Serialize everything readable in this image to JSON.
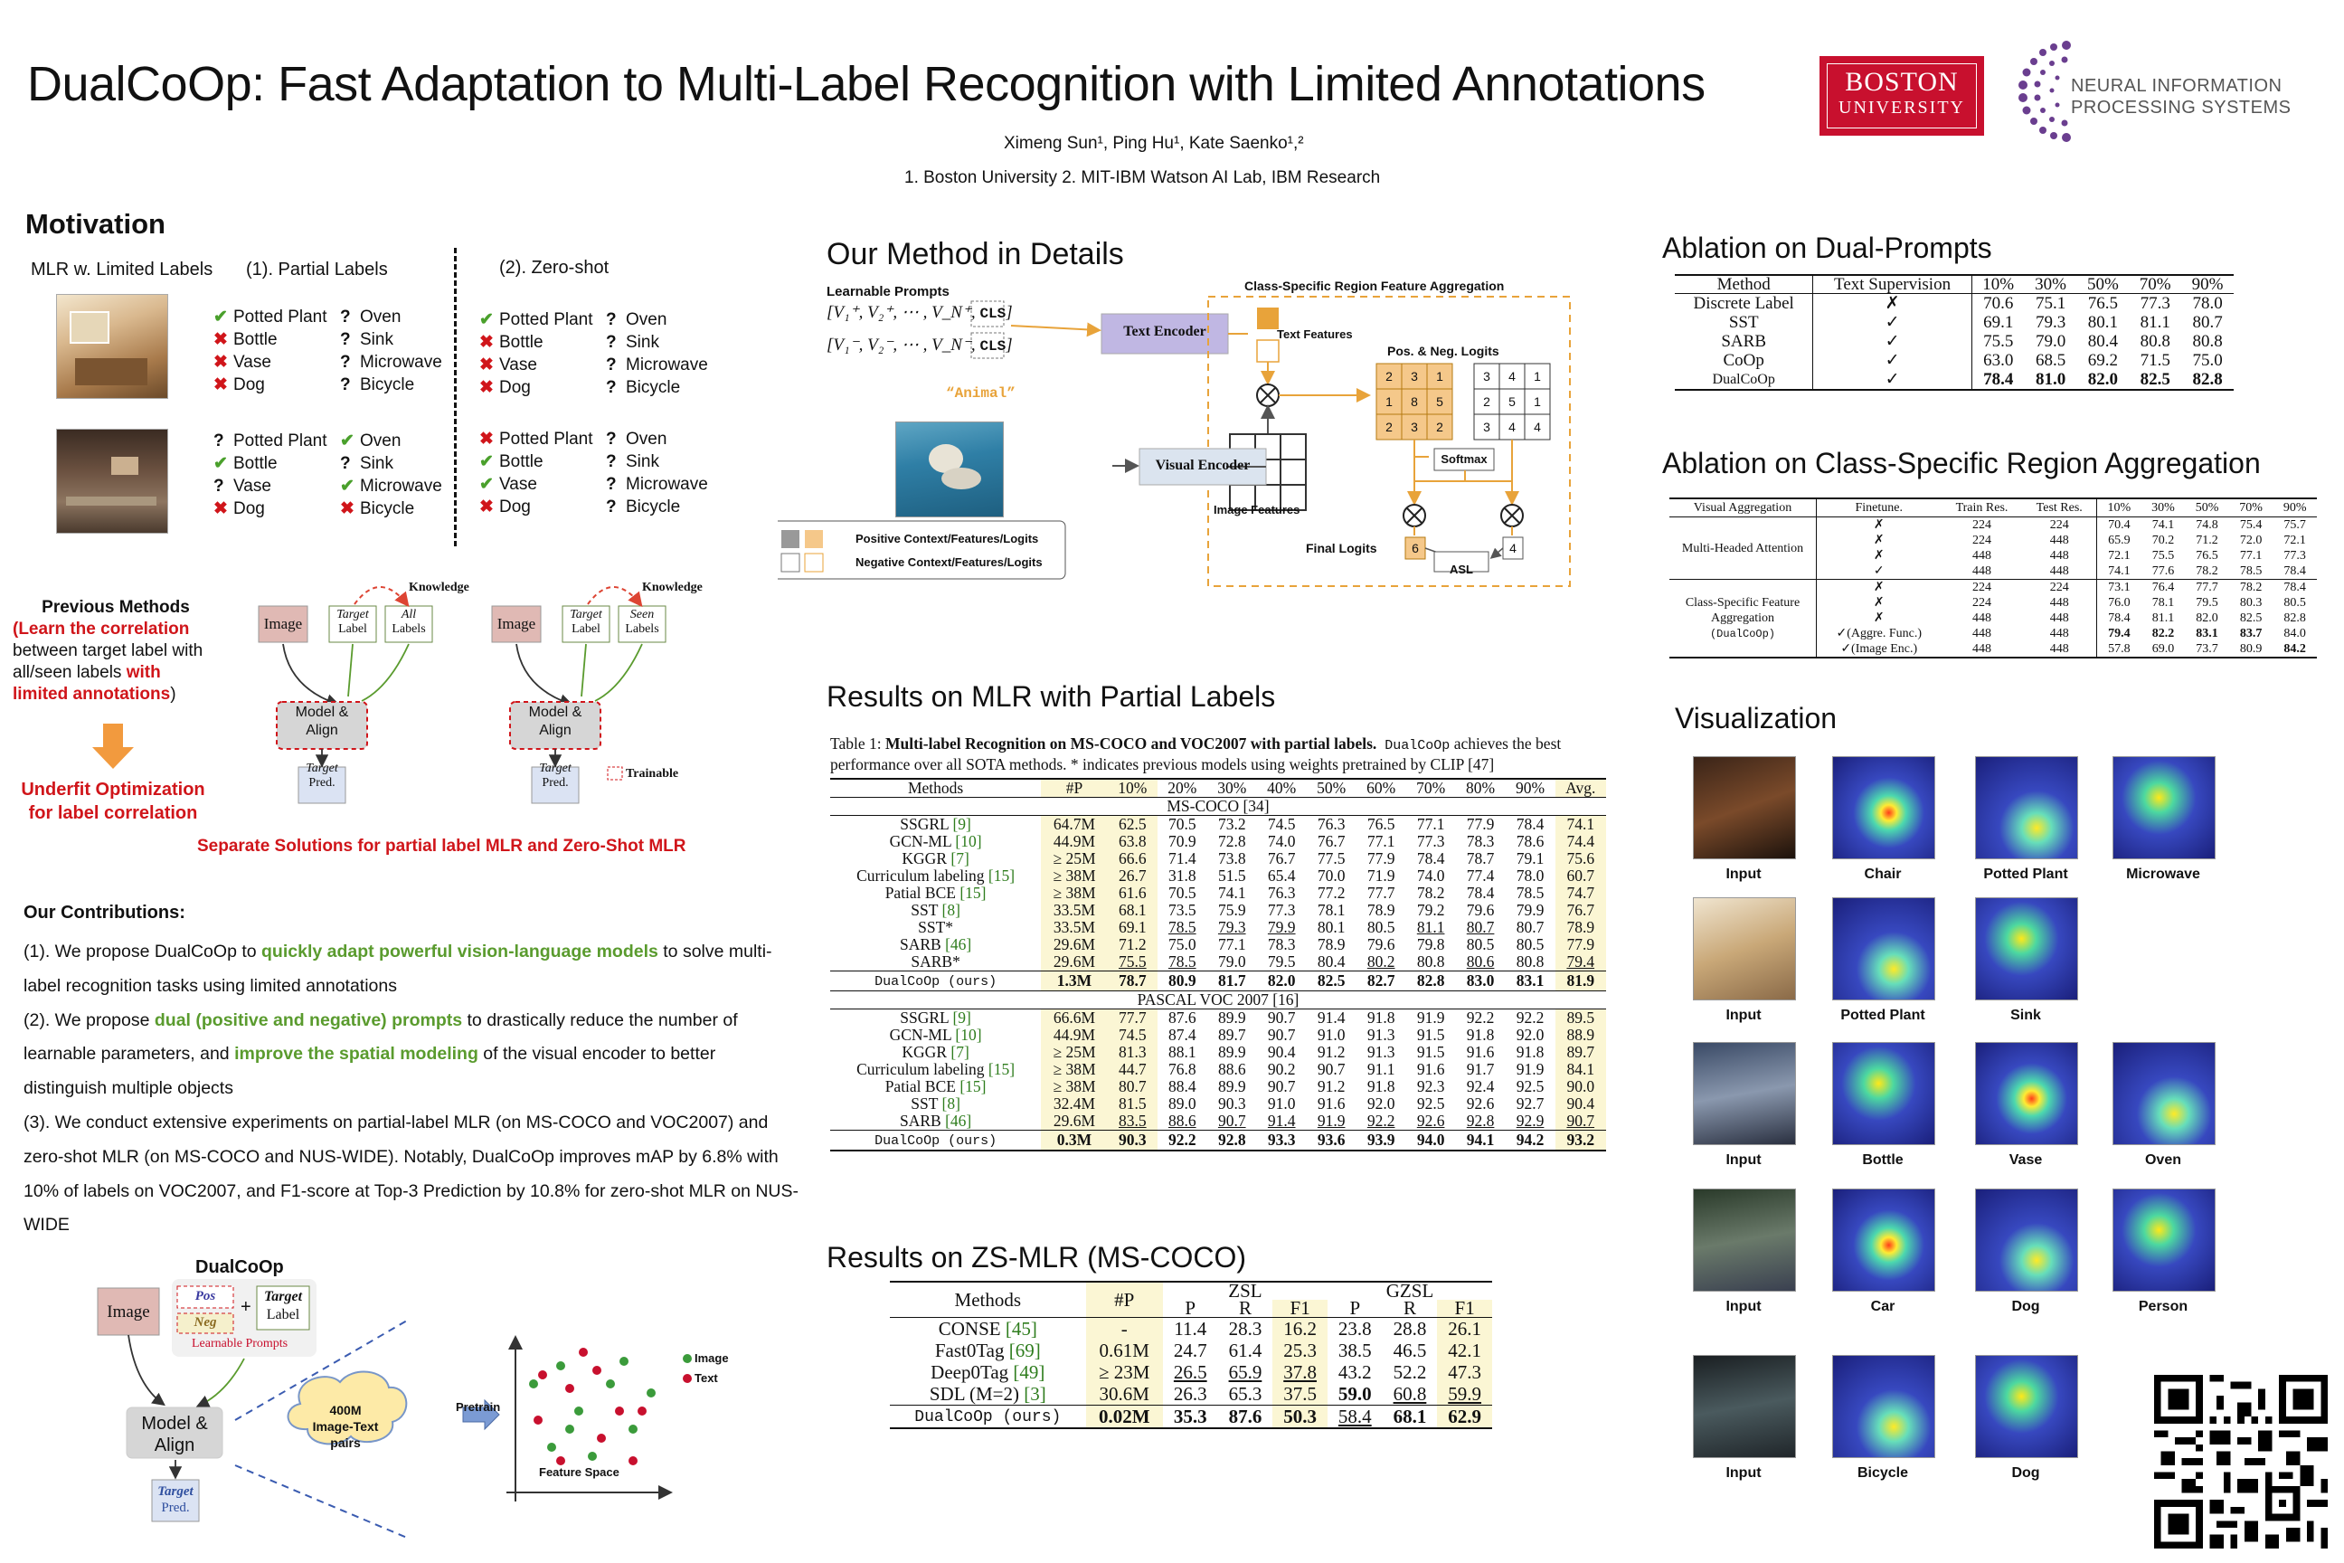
{
  "header": {
    "title": "DualCoOp: Fast Adaptation to Multi-Label Recognition with Limited Annotations",
    "authors": "Ximeng Sun¹, Ping Hu¹, Kate Saenko¹,²",
    "affiliations": "1. Boston University 2. MIT-IBM Watson AI Lab, IBM Research",
    "bu_logo_line1": "BOSTON",
    "bu_logo_line2": "UNIVERSITY",
    "neurips_line1": "NEURAL INFORMATION",
    "neurips_line2": "PROCESSING SYSTEMS"
  },
  "motivation": {
    "heading": "Motivation",
    "mlr_label": "MLR w. Limited Labels",
    "partial_label": "(1). Partial Labels",
    "zeroshot_label": "(2). Zero-shot",
    "row1_partial": [
      [
        "check",
        "Potted Plant",
        "q",
        "Oven"
      ],
      [
        "cross",
        "Bottle",
        "q",
        "Sink"
      ],
      [
        "cross",
        "Vase",
        "q",
        "Microwave"
      ],
      [
        "cross",
        "Dog",
        "q",
        "Bicycle"
      ]
    ],
    "row1_zs": [
      [
        "check",
        "Potted Plant",
        "q",
        "Oven"
      ],
      [
        "cross",
        "Bottle",
        "q",
        "Sink"
      ],
      [
        "cross",
        "Vase",
        "q",
        "Microwave"
      ],
      [
        "cross",
        "Dog",
        "q",
        "Bicycle"
      ]
    ],
    "row2_partial": [
      [
        "q",
        "Potted Plant",
        "check",
        "Oven"
      ],
      [
        "check",
        "Bottle",
        "q",
        "Sink"
      ],
      [
        "q",
        "Vase",
        "check",
        "Microwave"
      ],
      [
        "cross",
        "Dog",
        "cross",
        "Bicycle"
      ]
    ],
    "row2_zs": [
      [
        "cross",
        "Potted Plant",
        "q",
        "Oven"
      ],
      [
        "check",
        "Bottle",
        "q",
        "Sink"
      ],
      [
        "check",
        "Vase",
        "q",
        "Microwave"
      ],
      [
        "cross",
        "Dog",
        "q",
        "Bicycle"
      ]
    ],
    "prev_title": "Previous Methods",
    "prev_open": "(",
    "prev_red1": "Learn the correlation",
    "prev_mid": "between target label with all/seen labels",
    "prev_red2": "with limited annotations",
    "prev_close": ")",
    "underfit": "Underfit Optimization for label correlation",
    "separate": "Separate Solutions for partial label MLR and Zero-Shot MLR",
    "diag_image": "Image",
    "diag_target": "Target",
    "diag_label": "Label",
    "diag_all": "All",
    "diag_labels": "Labels",
    "diag_seen": "Seen",
    "diag_knowledge": "Knowledge",
    "diag_model": "Model &",
    "diag_align": "Align",
    "diag_pred": "Pred.",
    "diag_trainable": "Trainable"
  },
  "contrib": {
    "heading": "Our Contributions:",
    "p1_a": "(1). We propose DualCoOp to ",
    "p1_g": "quickly adapt powerful vision-language models",
    "p1_b": " to solve multi-label recognition tasks using limited annotations",
    "p2_a": "(2). We propose ",
    "p2_g": "dual (positive and negative) prompts",
    "p2_b": " to drastically reduce the number of learnable parameters, and ",
    "p2_g2": "improve the spatial modeling",
    "p2_c": " of the visual encoder to better distinguish multiple objects",
    "p3": "(3). We conduct extensive experiments on partial-label MLR (on MS-COCO  and VOC2007) and zero-shot MLR (on MS-COCO and NUS-WIDE). Notably, DualCoOp improves mAP by 6.8% with 10% of labels on VOC2007, and F1-score at Top-3 Prediction by 10.8% for zero-shot MLR on NUS-WIDE"
  },
  "dual_diag": {
    "title": "DualCoOp",
    "image": "Image",
    "pos": "Pos",
    "neg": "Neg",
    "plus": "+",
    "target": "Target",
    "label": "Label",
    "learnable": "Learnable Prompts",
    "model": "Model &",
    "align": "Align",
    "pred_target": "Target",
    "pred": "Pred.",
    "cloud1": "400M",
    "cloud2": "Image-Text",
    "cloud3": "pairs",
    "pretrain": "Pretrain",
    "legend_image": "Image",
    "legend_text": "Text",
    "feature_space": "Feature Space"
  },
  "method": {
    "heading": "Our Method in Details",
    "learnable": "Learnable Prompts",
    "pos_prompt": "[V₁⁺, V₂⁺, ⋯ , V_N⁺,",
    "neg_prompt": "[V₁⁻, V₂⁻, ⋯ , V_N⁻,",
    "cls": "CLS",
    "close": "]",
    "animal": "“Animal”",
    "text_encoder": "Text Encoder",
    "visual_encoder": "Visual Encoder",
    "csrfa": "Class-Specific Region Feature Aggregation",
    "text_features": "Text Features",
    "pos_neg_logits": "Pos. & Neg. Logits",
    "image_features": "Image Features",
    "softmax": "Softmax",
    "final_logits": "Final Logits",
    "asl": "ASL",
    "final_pos": "6",
    "final_neg": "4",
    "pos_grid": [
      "2",
      "3",
      "1",
      "1",
      "8",
      "5",
      "2",
      "3",
      "2"
    ],
    "neg_grid": [
      "3",
      "4",
      "1",
      "2",
      "5",
      "1",
      "3",
      "4",
      "4"
    ],
    "legend_pos": "Positive Context/Features/Logits",
    "legend_neg": "Negative Context/Features/Logits"
  },
  "partial": {
    "heading": "Results on MLR with Partial Labels",
    "caption_a": "Table 1: ",
    "caption_b": "Multi-label Recognition on MS-COCO and VOC2007 with partial labels.",
    "caption_c": " DualCoOp",
    "caption_d": " achieves the best performance over all SOTA methods. * indicates previous models using weights pretrained by CLIP [47]",
    "headers": [
      "Methods",
      "#P",
      "10%",
      "20%",
      "30%",
      "40%",
      "50%",
      "60%",
      "70%",
      "80%",
      "90%",
      "Avg."
    ],
    "coco_label": "MS-COCO [34]",
    "voc_label": "PASCAL VOC 2007 [16]",
    "coco_rows": [
      [
        "SSGRL",
        "[9]",
        "64.7M",
        "62.5",
        "70.5",
        "73.2",
        "74.5",
        "76.3",
        "76.5",
        "77.1",
        "77.9",
        "78.4",
        "74.1"
      ],
      [
        "GCN-ML",
        "[10]",
        "44.9M",
        "63.8",
        "70.9",
        "72.8",
        "74.0",
        "76.7",
        "77.1",
        "77.3",
        "78.3",
        "78.6",
        "74.4"
      ],
      [
        "KGGR",
        "[7]",
        "≥ 25M",
        "66.6",
        "71.4",
        "73.8",
        "76.7",
        "77.5",
        "77.9",
        "78.4",
        "78.7",
        "79.1",
        "75.6"
      ],
      [
        "Curriculum labeling",
        "[15]",
        "≥ 38M",
        "26.7",
        "31.8",
        "51.5",
        "65.4",
        "70.0",
        "71.9",
        "74.0",
        "77.4",
        "78.0",
        "60.7"
      ],
      [
        "Patial BCE",
        "[15]",
        "≥ 38M",
        "61.6",
        "70.5",
        "74.1",
        "76.3",
        "77.2",
        "77.7",
        "78.2",
        "78.4",
        "78.5",
        "74.7"
      ],
      [
        "SST",
        "[8]",
        "33.5M",
        "68.1",
        "73.5",
        "75.9",
        "77.3",
        "78.1",
        "78.9",
        "79.2",
        "79.6",
        "79.9",
        "76.7"
      ],
      [
        "SST*",
        "",
        "33.5M",
        "69.1",
        "78.5",
        "79.3",
        "79.9",
        "80.1",
        "80.5",
        "81.1",
        "80.7",
        "80.7",
        "78.9"
      ],
      [
        "SARB",
        "[46]",
        "29.6M",
        "71.2",
        "75.0",
        "77.1",
        "78.3",
        "78.9",
        "79.6",
        "79.8",
        "80.5",
        "80.5",
        "77.9"
      ],
      [
        "SARB*",
        "",
        "29.6M",
        "75.5",
        "78.5",
        "79.0",
        "79.5",
        "80.4",
        "80.2",
        "80.8",
        "80.6",
        "80.8",
        "79.4"
      ],
      [
        "DualCoOp (ours)",
        "",
        "1.3M",
        "78.7",
        "80.9",
        "81.7",
        "82.0",
        "82.5",
        "82.7",
        "82.8",
        "83.0",
        "83.1",
        "81.9"
      ]
    ],
    "coco_ul": [
      [
        6,
        4
      ],
      [
        6,
        5
      ],
      [
        6,
        6
      ],
      [
        6,
        9
      ],
      [
        6,
        10
      ],
      [
        8,
        3
      ],
      [
        8,
        4
      ],
      [
        8,
        8
      ],
      [
        8,
        10
      ],
      [
        8,
        12
      ],
      [
        6,
        12
      ]
    ],
    "voc_rows": [
      [
        "SSGRL",
        "[9]",
        "66.6M",
        "77.7",
        "87.6",
        "89.9",
        "90.7",
        "91.4",
        "91.8",
        "91.9",
        "92.2",
        "92.2",
        "89.5"
      ],
      [
        "GCN-ML",
        "[10]",
        "44.9M",
        "74.5",
        "87.4",
        "89.7",
        "90.7",
        "91.0",
        "91.3",
        "91.5",
        "91.8",
        "92.0",
        "88.9"
      ],
      [
        "KGGR",
        "[7]",
        "≥ 25M",
        "81.3",
        "88.1",
        "89.9",
        "90.4",
        "91.2",
        "91.3",
        "91.5",
        "91.6",
        "91.8",
        "89.7"
      ],
      [
        "Curriculum labeling",
        "[15]",
        "≥ 38M",
        "44.7",
        "76.8",
        "88.6",
        "90.2",
        "90.7",
        "91.1",
        "91.6",
        "91.7",
        "91.9",
        "84.1"
      ],
      [
        "Patial BCE",
        "[15]",
        "≥ 38M",
        "80.7",
        "88.4",
        "89.9",
        "90.7",
        "91.2",
        "91.8",
        "92.3",
        "92.4",
        "92.5",
        "90.0"
      ],
      [
        "SST",
        "[8]",
        "32.4M",
        "81.5",
        "89.0",
        "90.3",
        "91.0",
        "91.6",
        "92.0",
        "92.5",
        "92.6",
        "92.7",
        "90.4"
      ],
      [
        "SARB",
        "[46]",
        "29.6M",
        "83.5",
        "88.6",
        "90.7",
        "91.4",
        "91.9",
        "92.2",
        "92.6",
        "92.8",
        "92.9",
        "90.7"
      ],
      [
        "DualCoOp (ours)",
        "",
        "0.3M",
        "90.3",
        "92.2",
        "92.8",
        "93.3",
        "93.6",
        "93.9",
        "94.0",
        "94.1",
        "94.2",
        "93.2"
      ]
    ],
    "voc_ul": [
      [
        6,
        3
      ],
      [
        6,
        4
      ],
      [
        6,
        5
      ],
      [
        6,
        6
      ],
      [
        6,
        7
      ],
      [
        6,
        8
      ],
      [
        6,
        9
      ],
      [
        6,
        10
      ],
      [
        6,
        11
      ],
      [
        6,
        12
      ]
    ]
  },
  "zs": {
    "heading": "Results on ZS-MLR (MS-COCO)",
    "h_methods": "Methods",
    "h_p": "#P",
    "h_zsl": "ZSL",
    "h_gzsl": "GZSL",
    "sub": [
      "P",
      "R",
      "F1",
      "P",
      "R",
      "F1"
    ],
    "rows": [
      [
        "CONSE",
        "[45]",
        "-",
        "11.4",
        "28.3",
        "16.2",
        "23.8",
        "28.8",
        "26.1"
      ],
      [
        "Fast0Tag",
        "[69]",
        "0.61M",
        "24.7",
        "61.4",
        "25.3",
        "38.5",
        "46.5",
        "42.1"
      ],
      [
        "Deep0Tag",
        "[49]",
        "≥ 23M",
        "26.5",
        "65.9",
        "37.8",
        "43.2",
        "52.2",
        "47.3"
      ],
      [
        "SDL (M=2)",
        "[3]",
        "30.6M",
        "26.3",
        "65.3",
        "37.5",
        "59.0",
        "60.8",
        "59.9"
      ],
      [
        "DualCoOp (ours)",
        "",
        "0.02M",
        "35.3",
        "87.6",
        "50.3",
        "58.4",
        "68.1",
        "62.9"
      ]
    ]
  },
  "ablation_dual": {
    "heading": "Ablation on Dual-Prompts",
    "headers": [
      "Method",
      "Text Supervision",
      "10%",
      "30%",
      "50%",
      "70%",
      "90%"
    ],
    "rows": [
      [
        "Discrete Label",
        "✗",
        "70.6",
        "75.1",
        "76.5",
        "77.3",
        "78.0"
      ],
      [
        "SST",
        "✓",
        "69.1",
        "79.3",
        "80.1",
        "81.1",
        "80.7"
      ],
      [
        "SARB",
        "✓",
        "75.5",
        "79.0",
        "80.4",
        "80.8",
        "80.8"
      ],
      [
        "CoOp",
        "✓",
        "63.0",
        "68.5",
        "69.2",
        "71.5",
        "75.0"
      ],
      [
        "DualCoOp",
        "✓",
        "78.4",
        "81.0",
        "82.0",
        "82.5",
        "82.8"
      ]
    ]
  },
  "ablation_region": {
    "heading": "Ablation on Class-Specific Region Aggregation",
    "headers": [
      "Visual Aggregation",
      "Finetune.",
      "Train Res.",
      "Test Res.",
      "10%",
      "30%",
      "50%",
      "70%",
      "90%"
    ],
    "group1": "Multi-Headed Attention",
    "group2a": "Class-Specific Feature Aggregation",
    "group2b": "(DualCoOp)",
    "rows": [
      [
        "✗",
        "224",
        "224",
        "70.4",
        "74.1",
        "74.8",
        "75.4",
        "75.7"
      ],
      [
        "✗",
        "224",
        "448",
        "65.9",
        "70.2",
        "71.2",
        "72.0",
        "72.1"
      ],
      [
        "✗",
        "448",
        "448",
        "72.1",
        "75.5",
        "76.5",
        "77.1",
        "77.3"
      ],
      [
        "✓",
        "448",
        "448",
        "74.1",
        "77.6",
        "78.2",
        "78.5",
        "78.4"
      ],
      [
        "✗",
        "224",
        "224",
        "73.1",
        "76.4",
        "77.7",
        "78.2",
        "78.4"
      ],
      [
        "✗",
        "224",
        "448",
        "76.0",
        "78.1",
        "79.5",
        "80.3",
        "80.5"
      ],
      [
        "✗",
        "448",
        "448",
        "78.4",
        "81.1",
        "82.0",
        "82.5",
        "82.8"
      ],
      [
        "✓(Aggre. Func.)",
        "448",
        "448",
        "79.4",
        "82.2",
        "83.1",
        "83.7",
        "84.0"
      ],
      [
        "✓(Image Enc.)",
        "448",
        "448",
        "57.8",
        "69.0",
        "73.7",
        "80.9",
        "84.2"
      ]
    ]
  },
  "viz": {
    "heading": "Visualization",
    "rows": [
      [
        "Input",
        "Chair",
        "Potted Plant",
        "Microwave"
      ],
      [
        "Input",
        "Potted Plant",
        "Sink"
      ],
      [
        "Input",
        "Bottle",
        "Vase",
        "Oven"
      ],
      [
        "Input",
        "Car",
        "Dog",
        "Person"
      ],
      [
        "Input",
        "Bicycle",
        "Dog"
      ]
    ]
  },
  "colors": {
    "green": "#5a9b2e",
    "red": "#d0151a",
    "bu_red": "#c8102e",
    "neurips_purple": "#6a3e8f",
    "highlight": "#fbf6d4",
    "orange": "#e8a33a"
  }
}
